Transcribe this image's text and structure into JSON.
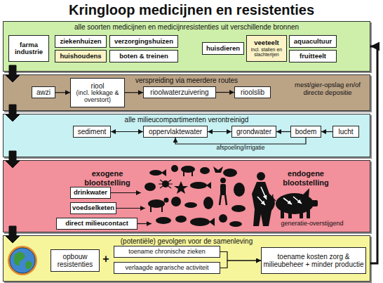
{
  "diagram": {
    "title": "Kringloop medicijnen en resistenties",
    "nodes": [
      {
        "text": [
          "alle soorten medicijnen en medicijnresistenties uit verschillende bronnen"
        ]
      },
      {
        "text": [
          "farma industrie"
        ],
        "in": 0
      },
      {
        "text": [
          "ziekenhuizen"
        ],
        "in": 0
      },
      {
        "text": [
          "verzorgingshuizen"
        ],
        "in": 0
      },
      {
        "text": [
          "huishoudens"
        ],
        "in": 0
      },
      {
        "text": [
          "boten & treinen"
        ],
        "in": 0
      },
      {
        "text": [
          "huisdieren"
        ],
        "in": 0
      },
      {
        "text": [
          "veeteelt",
          "incl. stallen en slachterijen"
        ],
        "in": 0
      },
      {
        "text": [
          "aquacultuur"
        ],
        "in": 0
      },
      {
        "text": [
          "fruitteelt"
        ],
        "in": 0
      },
      {
        "text": [
          "verspreiding via meerdere routes"
        ]
      },
      {
        "text": [
          "awzi"
        ],
        "in": 10
      },
      {
        "text": [
          "riool",
          "(incl. lekkage & overstort)"
        ],
        "in": 10
      },
      {
        "text": [
          "rioolwaterzuivering"
        ],
        "in": 10
      },
      {
        "text": [
          "rioolslib"
        ],
        "in": 10
      },
      {
        "text": [
          "alle milieucompartimenten verontreinigd"
        ]
      },
      {
        "text": [
          "sediment"
        ],
        "in": 15
      },
      {
        "text": [
          "oppervlaktewater"
        ],
        "in": 15
      },
      {
        "text": [
          "grondwater"
        ],
        "in": 15
      },
      {
        "text": [
          "bodem"
        ],
        "in": 15
      },
      {
        "text": [
          "lucht"
        ],
        "in": 15
      },
      {
        "text": [
          "exogene blootstelling",
          "endogene blootstelling"
        ]
      },
      {
        "text": [
          "drinkwater"
        ],
        "in": 21
      },
      {
        "text": [
          "voedselketen"
        ],
        "in": 21
      },
      {
        "text": [
          "direct milieucontact"
        ],
        "in": 21
      },
      {
        "text": [
          "(potentiële) gevolgen voor de samenleving"
        ]
      },
      {
        "text": [
          "opbouw resistenties"
        ],
        "in": 25
      },
      {
        "text": [
          "toename chronische zieken"
        ],
        "in": 25
      },
      {
        "text": [
          "verlaagde agrarische activiteit"
        ],
        "in": 25
      },
      {
        "text": [
          "toename kosten zorg & milieubeheer + minder productie"
        ],
        "in": 25
      }
    ],
    "edges": [
      {
        "from": 0,
        "to": 10,
        "arrow": "to"
      },
      {
        "from": 10,
        "to": 15,
        "arrow": "to"
      },
      {
        "from": 15,
        "to": 21,
        "arrow": "to"
      },
      {
        "from": 21,
        "to": 25,
        "arrow": "to"
      },
      {
        "from": 25,
        "to": 0,
        "arrow": "to"
      },
      {
        "from": 11,
        "to": 12,
        "arrow": "to"
      },
      {
        "from": 12,
        "to": 13,
        "arrow": "to"
      },
      {
        "from": 13,
        "to": 14,
        "arrow": "to"
      },
      {
        "from": 16,
        "to": 17,
        "arrow": "both"
      },
      {
        "from": 17,
        "to": 18,
        "arrow": "both"
      },
      {
        "from": 19,
        "to": 18,
        "arrow": "to"
      },
      {
        "from": 20,
        "to": 19,
        "arrow": "to"
      },
      {
        "from": 19,
        "to": 17,
        "label": "afspoeling/irrigatie",
        "arrow": "to"
      },
      {
        "from": 27,
        "to": 29,
        "arrow": "to"
      },
      {
        "from": 28,
        "to": 29,
        "arrow": "to"
      }
    ],
    "labels": [
      "mest/gier-opslag en/of directe depositie",
      "+",
      "generatie-overstijgend"
    ]
  }
}
